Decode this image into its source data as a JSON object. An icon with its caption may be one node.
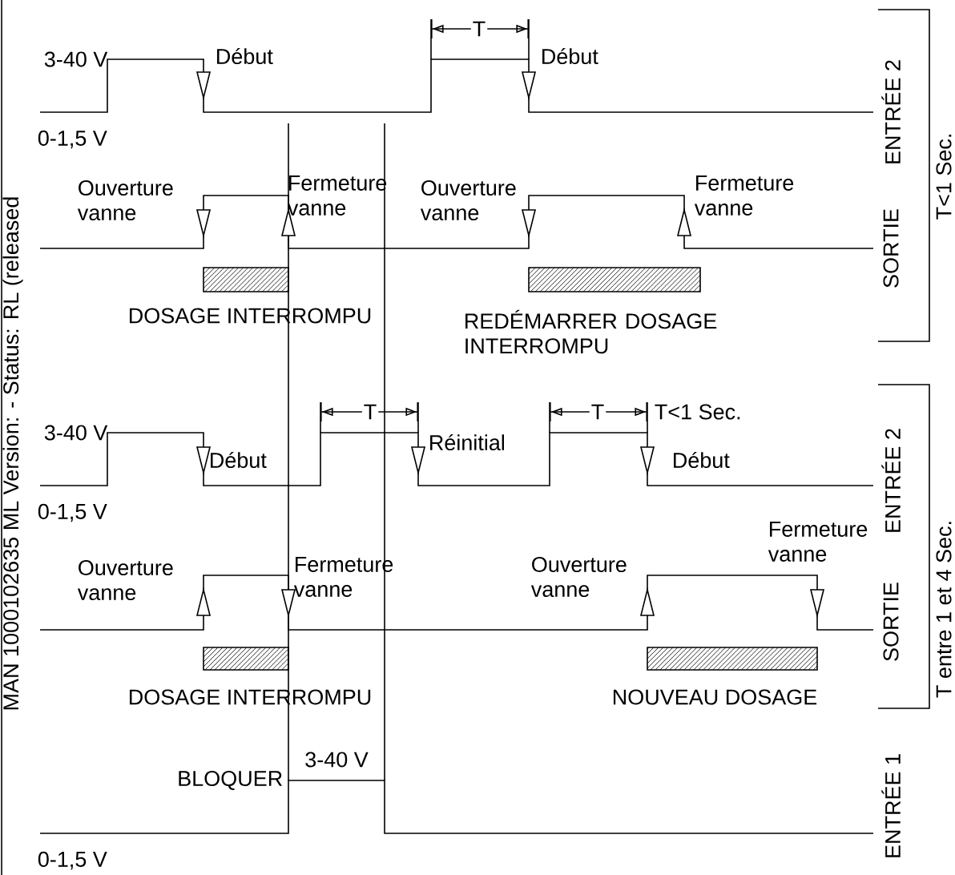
{
  "diagram": {
    "nodes": [
      {
        "text": [],
        "shape": "bar"
      },
      {
        "text": [],
        "shape": "bar"
      },
      {
        "text": [],
        "shape": "bar"
      },
      {
        "text": [],
        "shape": "bar"
      }
    ],
    "labels": [
      "T",
      "3-40 V",
      "Début",
      "Début",
      "0-1,5 V",
      "Ouverture vanne",
      "Fermeture vanne",
      "Ouverture vanne",
      "Fermeture vanne",
      "DOSAGE INTERROMPU",
      "REDÉMARRER DOSAGE INTERROMPU",
      "ENTRÉE 2",
      "SORTIE",
      "T<1 Sec.",
      "T",
      "T",
      "T<1 Sec.",
      "3-40 V",
      "Début",
      "Réinitial",
      "Début",
      "0-1,5 V",
      "Fermeture vanne",
      "Ouverture vanne",
      "Fermeture vanne",
      "Ouverture vanne",
      "DOSAGE INTERROMPU",
      "NOUVEAU DOSAGE",
      "ENTRÉE 2",
      "SORTIE",
      "T entre 1 et 4 Sec.",
      "BLOQUER",
      "3-40 V",
      "ENTRÉE 1",
      "0-1,5 V",
      "MAN 1000102635 ML Version: - Status: RL (released"
    ]
  }
}
